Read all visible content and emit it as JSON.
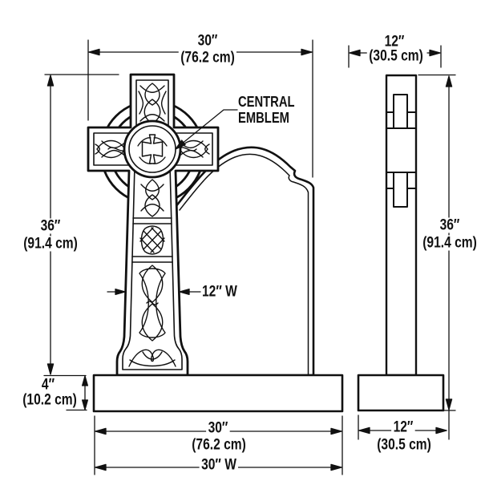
{
  "diagram": {
    "front_view": {
      "top_width_in": "30″",
      "top_width_cm": "(76.2 cm)",
      "height_in": "36″",
      "height_cm": "(91.4 cm)",
      "base_height_in": "4″",
      "base_height_cm": "(10.2 cm)",
      "base_width_in": "30″",
      "base_width_cm": "(76.2 cm)",
      "overall_width": "30″ W",
      "shaft_width": "12″ W",
      "emblem_label_line1": "CENTRAL",
      "emblem_label_line2": "EMBLEM"
    },
    "side_view": {
      "top_width_in": "12″",
      "top_width_cm": "(30.5 cm)",
      "height_in": "36″",
      "height_cm": "(91.4 cm)",
      "base_width_in": "12″",
      "base_width_cm": "(30.5 cm)"
    },
    "colors": {
      "line": "#111111",
      "background": "#ffffff"
    }
  }
}
